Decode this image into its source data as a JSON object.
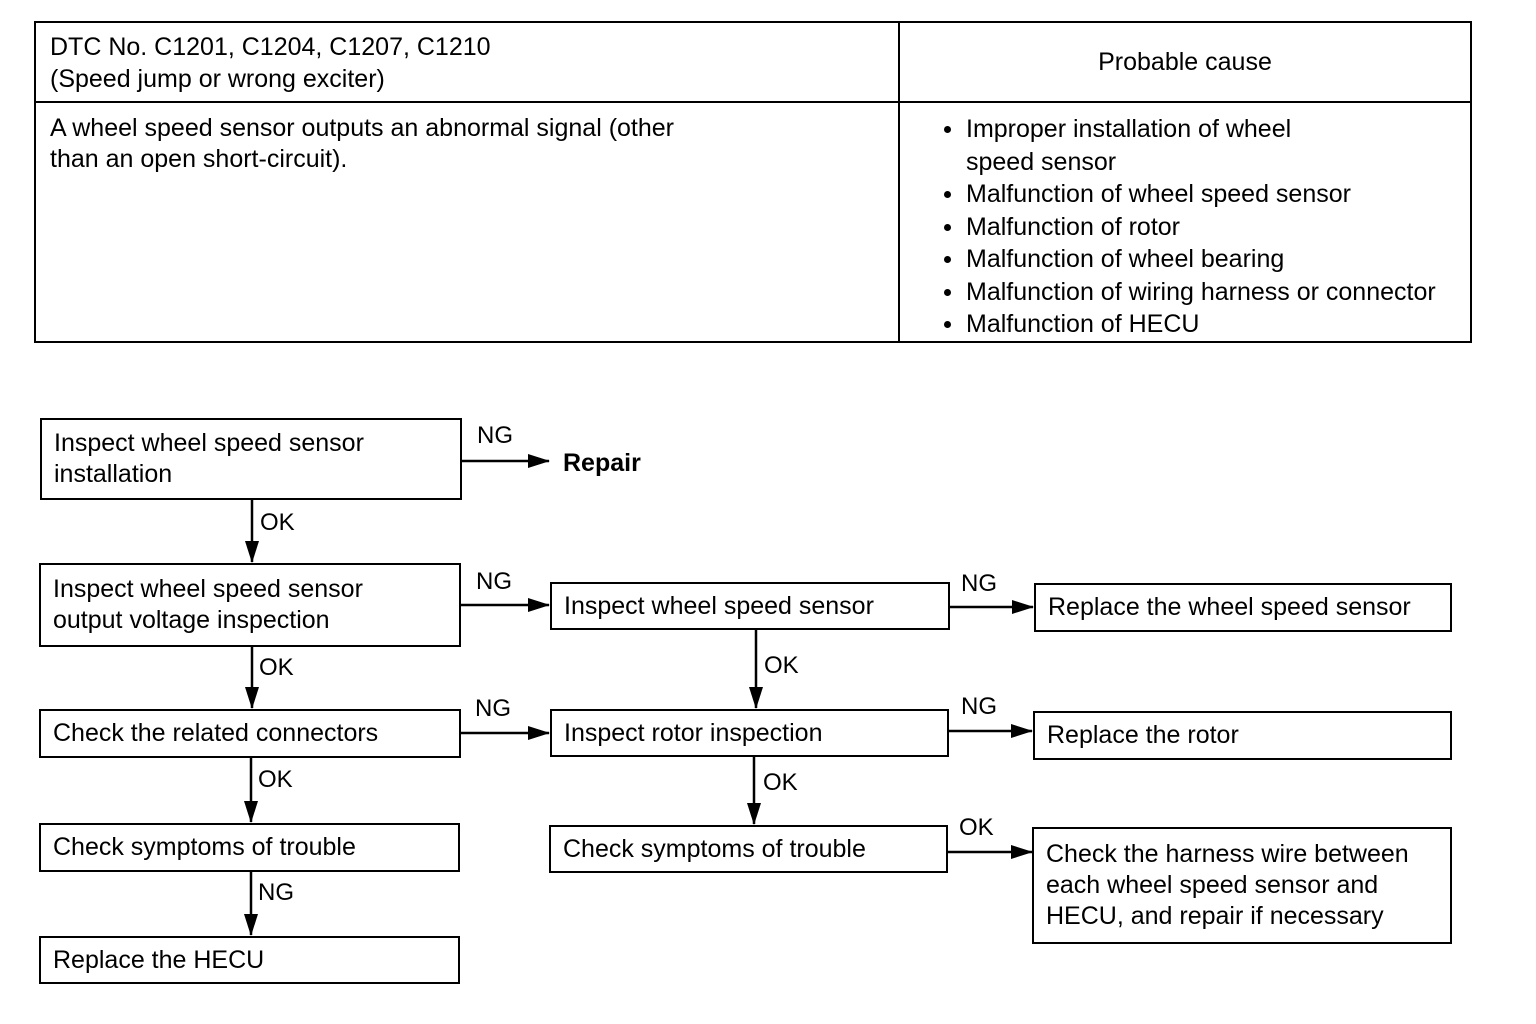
{
  "table": {
    "header_left_line1": "DTC No.  C1201, C1204, C1207, C1210",
    "header_left_line2": "(Speed jump or wrong exciter)",
    "header_right": "Probable cause",
    "description_line1": "A wheel speed sensor outputs an abnormal signal (other",
    "description_line2": "than an open short-circuit).",
    "causes": [
      "Improper installation of wheel\nspeed sensor",
      "Malfunction of wheel speed sensor",
      "Malfunction of rotor",
      "Malfunction of wheel bearing",
      "Malfunction of wiring harness or connector",
      "Malfunction of HECU"
    ]
  },
  "flowchart": {
    "boxes": {
      "inspect_installation": "Inspect wheel speed sensor\ninstallation",
      "output_voltage": "Inspect wheel speed sensor\noutput voltage inspection",
      "related_connectors": "Check the related connectors",
      "symptoms_left": "Check symptoms of trouble",
      "replace_hecu": "Replace the HECU",
      "inspect_sensor": "Inspect wheel speed sensor",
      "rotor_inspection": "Inspect rotor inspection",
      "symptoms_middle": "Check symptoms of trouble",
      "replace_sensor": "Replace the wheel speed sensor",
      "replace_rotor": "Replace the rotor",
      "check_harness": "Check the harness wire between\neach wheel speed sensor and\nHECU, and repair if necessary"
    },
    "repair": "Repair",
    "labels": {
      "ng_repair": "NG",
      "ok_1": "OK",
      "ng_output": "NG",
      "ng_sensor": "NG",
      "ok_2": "OK",
      "ok_sensor": "OK",
      "ng_connectors": "NG",
      "ng_rotor": "NG",
      "ok_3": "OK",
      "ok_rotor": "OK",
      "ng_symptoms": "NG",
      "ok_symptoms": "OK"
    }
  }
}
